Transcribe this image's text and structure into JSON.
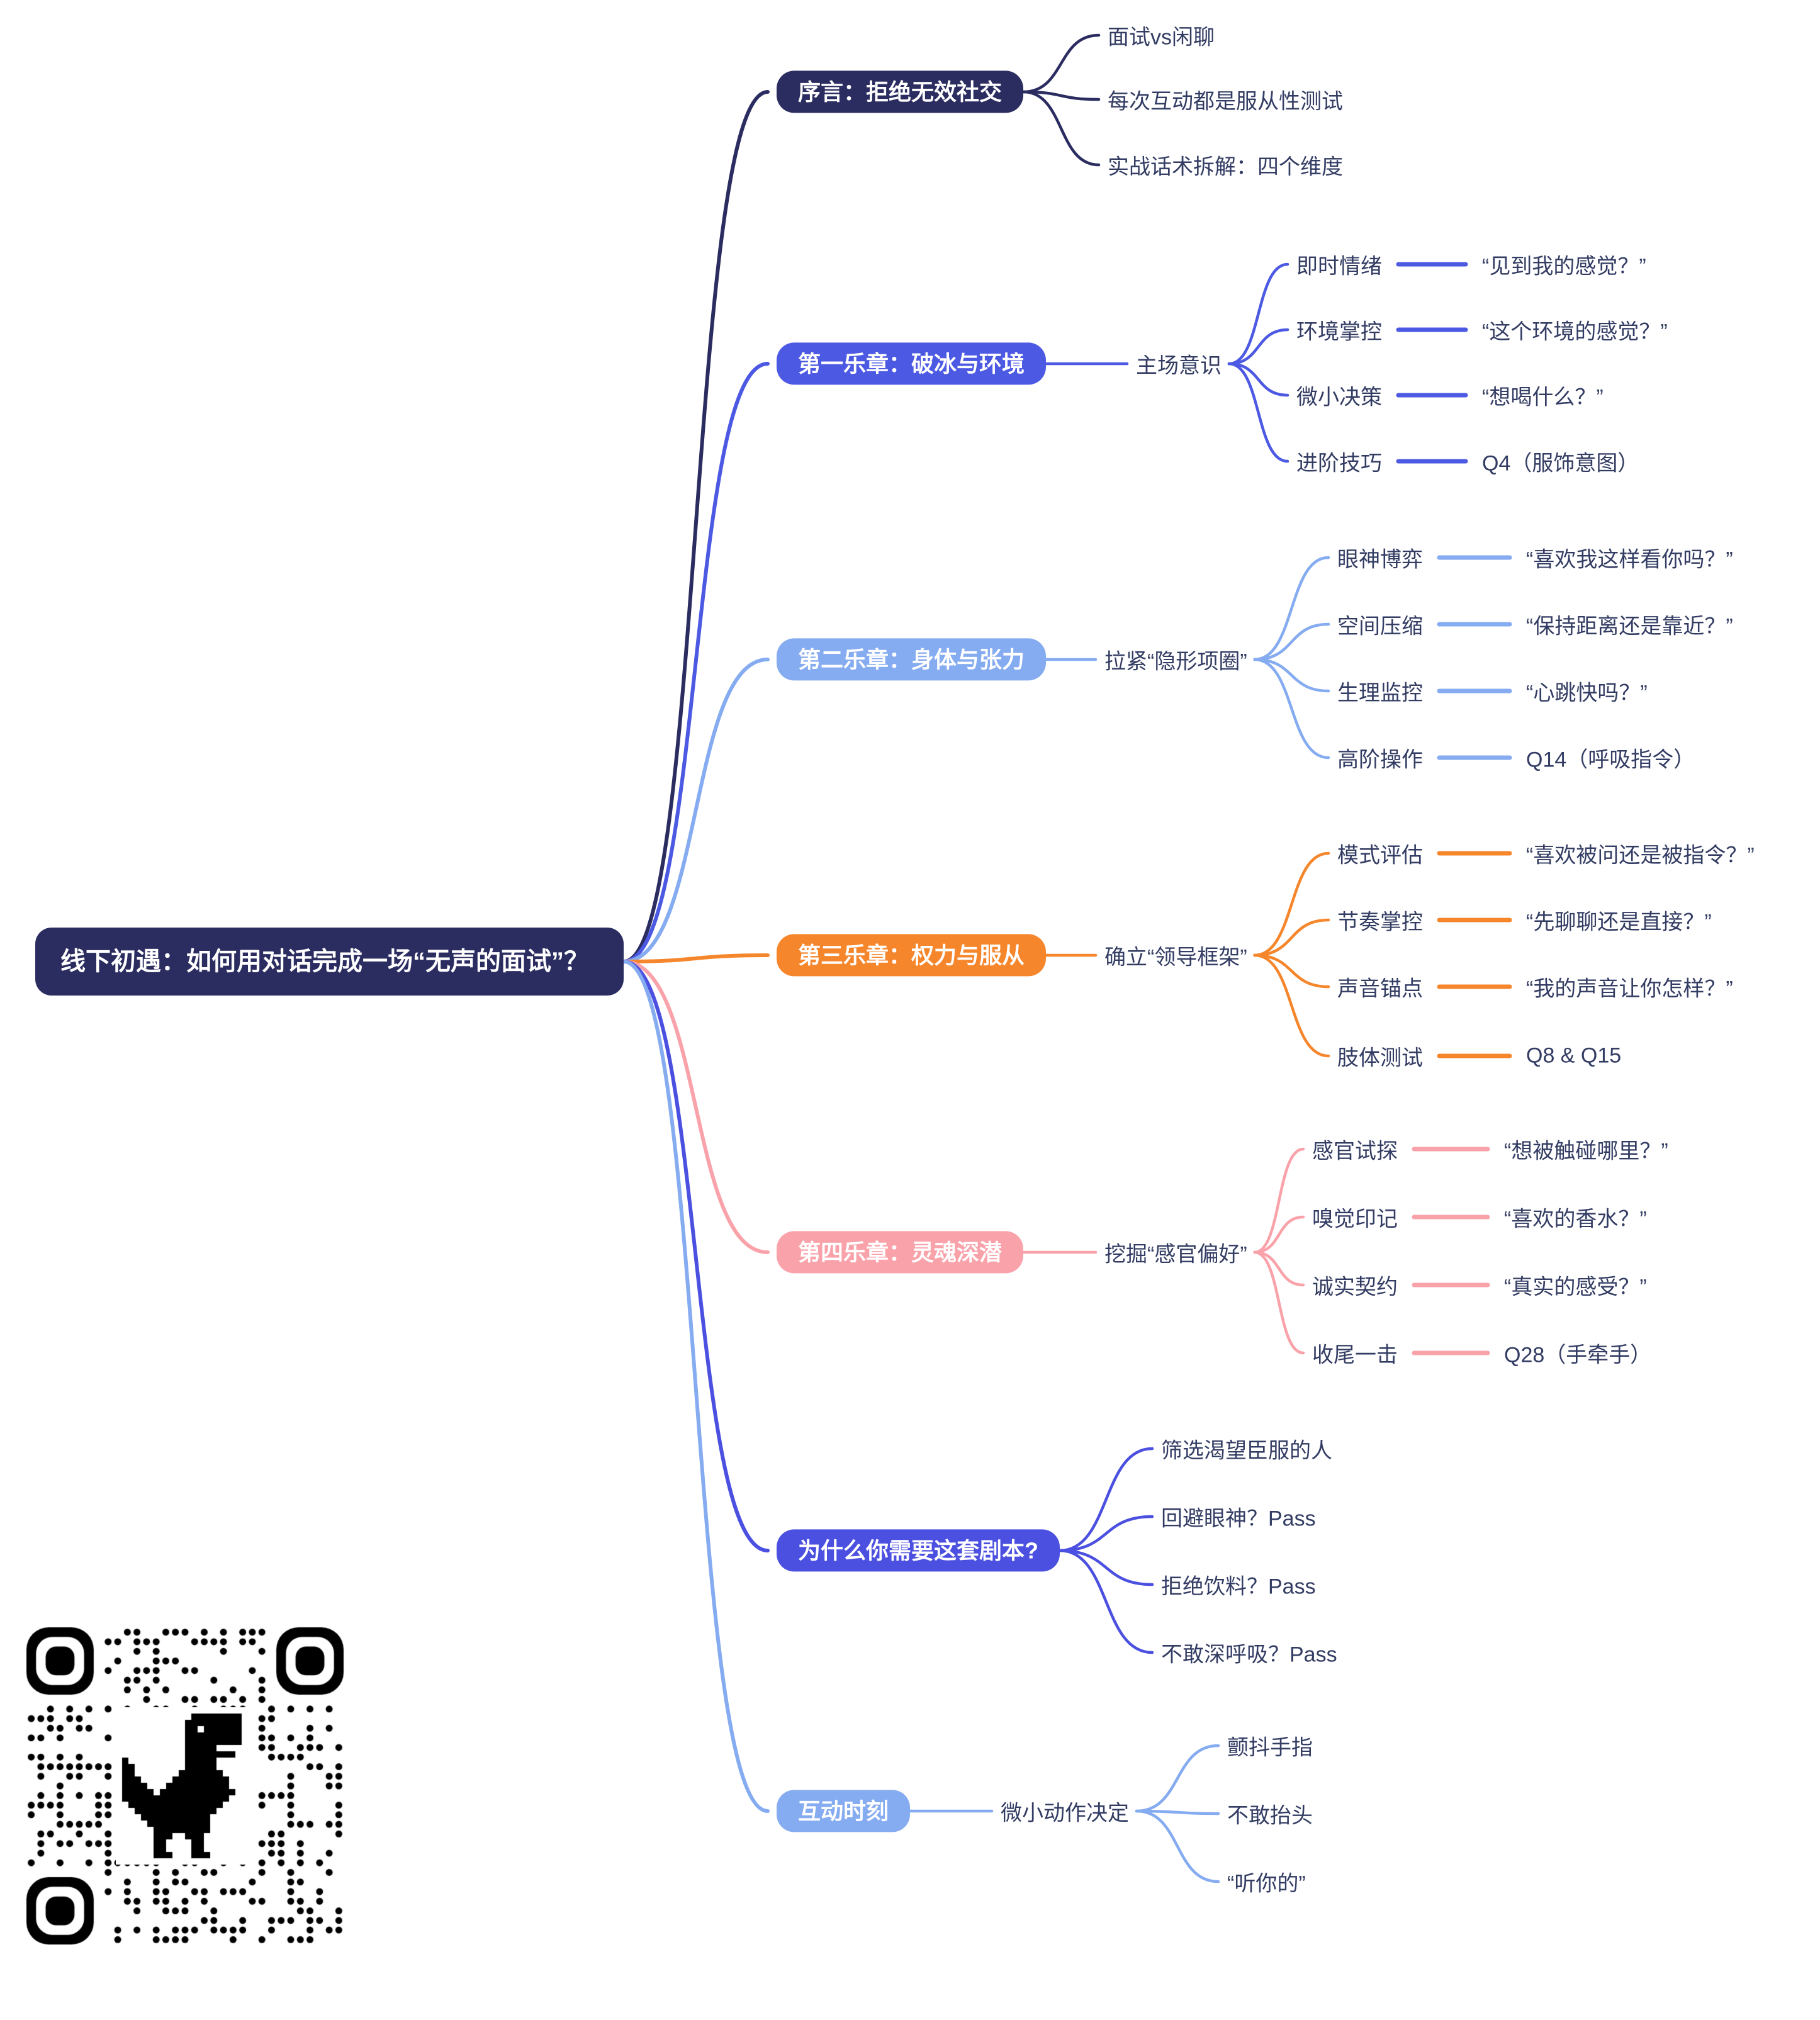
{
  "root": {
    "label": "线下初遇：如何用对话完成一场“无声的面试”？"
  },
  "branches": [
    {
      "label": "序言：拒绝无效社交",
      "color": "#2B2C60",
      "children": [
        {
          "label": "面试vs闲聊"
        },
        {
          "label": "每次互动都是服从性测试"
        },
        {
          "label": "实战话术拆解：四个维度"
        }
      ]
    },
    {
      "label": "第一乐章：破冰与环境",
      "color": "#4C59E2",
      "topic": "主场意识",
      "children": [
        {
          "label": "即时情绪",
          "quote": "“见到我的感觉？”"
        },
        {
          "label": "环境掌控",
          "quote": "“这个环境的感觉？”"
        },
        {
          "label": "微小决策",
          "quote": "“想喝什么？”"
        },
        {
          "label": "进阶技巧",
          "quote": "Q4（服饰意图）"
        }
      ]
    },
    {
      "label": "第二乐章：身体与张力",
      "color": "#85ABF0",
      "topic": "拉紧“隐形项圈”",
      "children": [
        {
          "label": "眼神博弈",
          "quote": "“喜欢我这样看你吗？”"
        },
        {
          "label": "空间压缩",
          "quote": "“保持距离还是靠近？”"
        },
        {
          "label": "生理监控",
          "quote": "“心跳快吗？”"
        },
        {
          "label": "高阶操作",
          "quote": "Q14（呼吸指令）"
        }
      ]
    },
    {
      "label": "第三乐章：权力与服从",
      "color": "#F6862C",
      "topic": "确立“领导框架”",
      "children": [
        {
          "label": "模式评估",
          "quote": "“喜欢被问还是被指令？”"
        },
        {
          "label": "节奏掌控",
          "quote": "“先聊聊还是直接？”"
        },
        {
          "label": "声音锚点",
          "quote": "“我的声音让你怎样？”"
        },
        {
          "label": "肢体测试",
          "quote": "Q8 & Q15"
        }
      ]
    },
    {
      "label": "第四乐章：灵魂深潜",
      "color": "#F9A2AA",
      "topic": "挖掘“感官偏好”",
      "children": [
        {
          "label": "感官试探",
          "quote": "“想被触碰哪里？”"
        },
        {
          "label": "嗅觉印记",
          "quote": "“喜欢的香水？”"
        },
        {
          "label": "诚实契约",
          "quote": "“真实的感受？”"
        },
        {
          "label": "收尾一击",
          "quote": "Q28（手牵手）"
        }
      ]
    },
    {
      "label": "为什么你需要这套剧本?",
      "color": "#4B50E0",
      "children": [
        {
          "label": "筛选渴望臣服的人"
        },
        {
          "label": "回避眼神？Pass"
        },
        {
          "label": "拒绝饮料？Pass"
        },
        {
          "label": "不敢深呼吸？Pass"
        }
      ]
    },
    {
      "label": "互动时刻",
      "color": "#85ABF0",
      "topic": "微小动作决定",
      "children": [
        {
          "label": "颤抖手指"
        },
        {
          "label": "不敢抬头"
        },
        {
          "label": "“听你的”"
        }
      ]
    }
  ],
  "colors": {
    "navy": "#2B2C60",
    "blue": "#4C59E2",
    "lightBlue": "#85ABF0",
    "orange": "#F6862C",
    "pink": "#F9A2AA",
    "indigo": "#4B50E0",
    "text": "#333C63"
  },
  "qr": {
    "icon": "qr-code-with-chrome-dino"
  }
}
